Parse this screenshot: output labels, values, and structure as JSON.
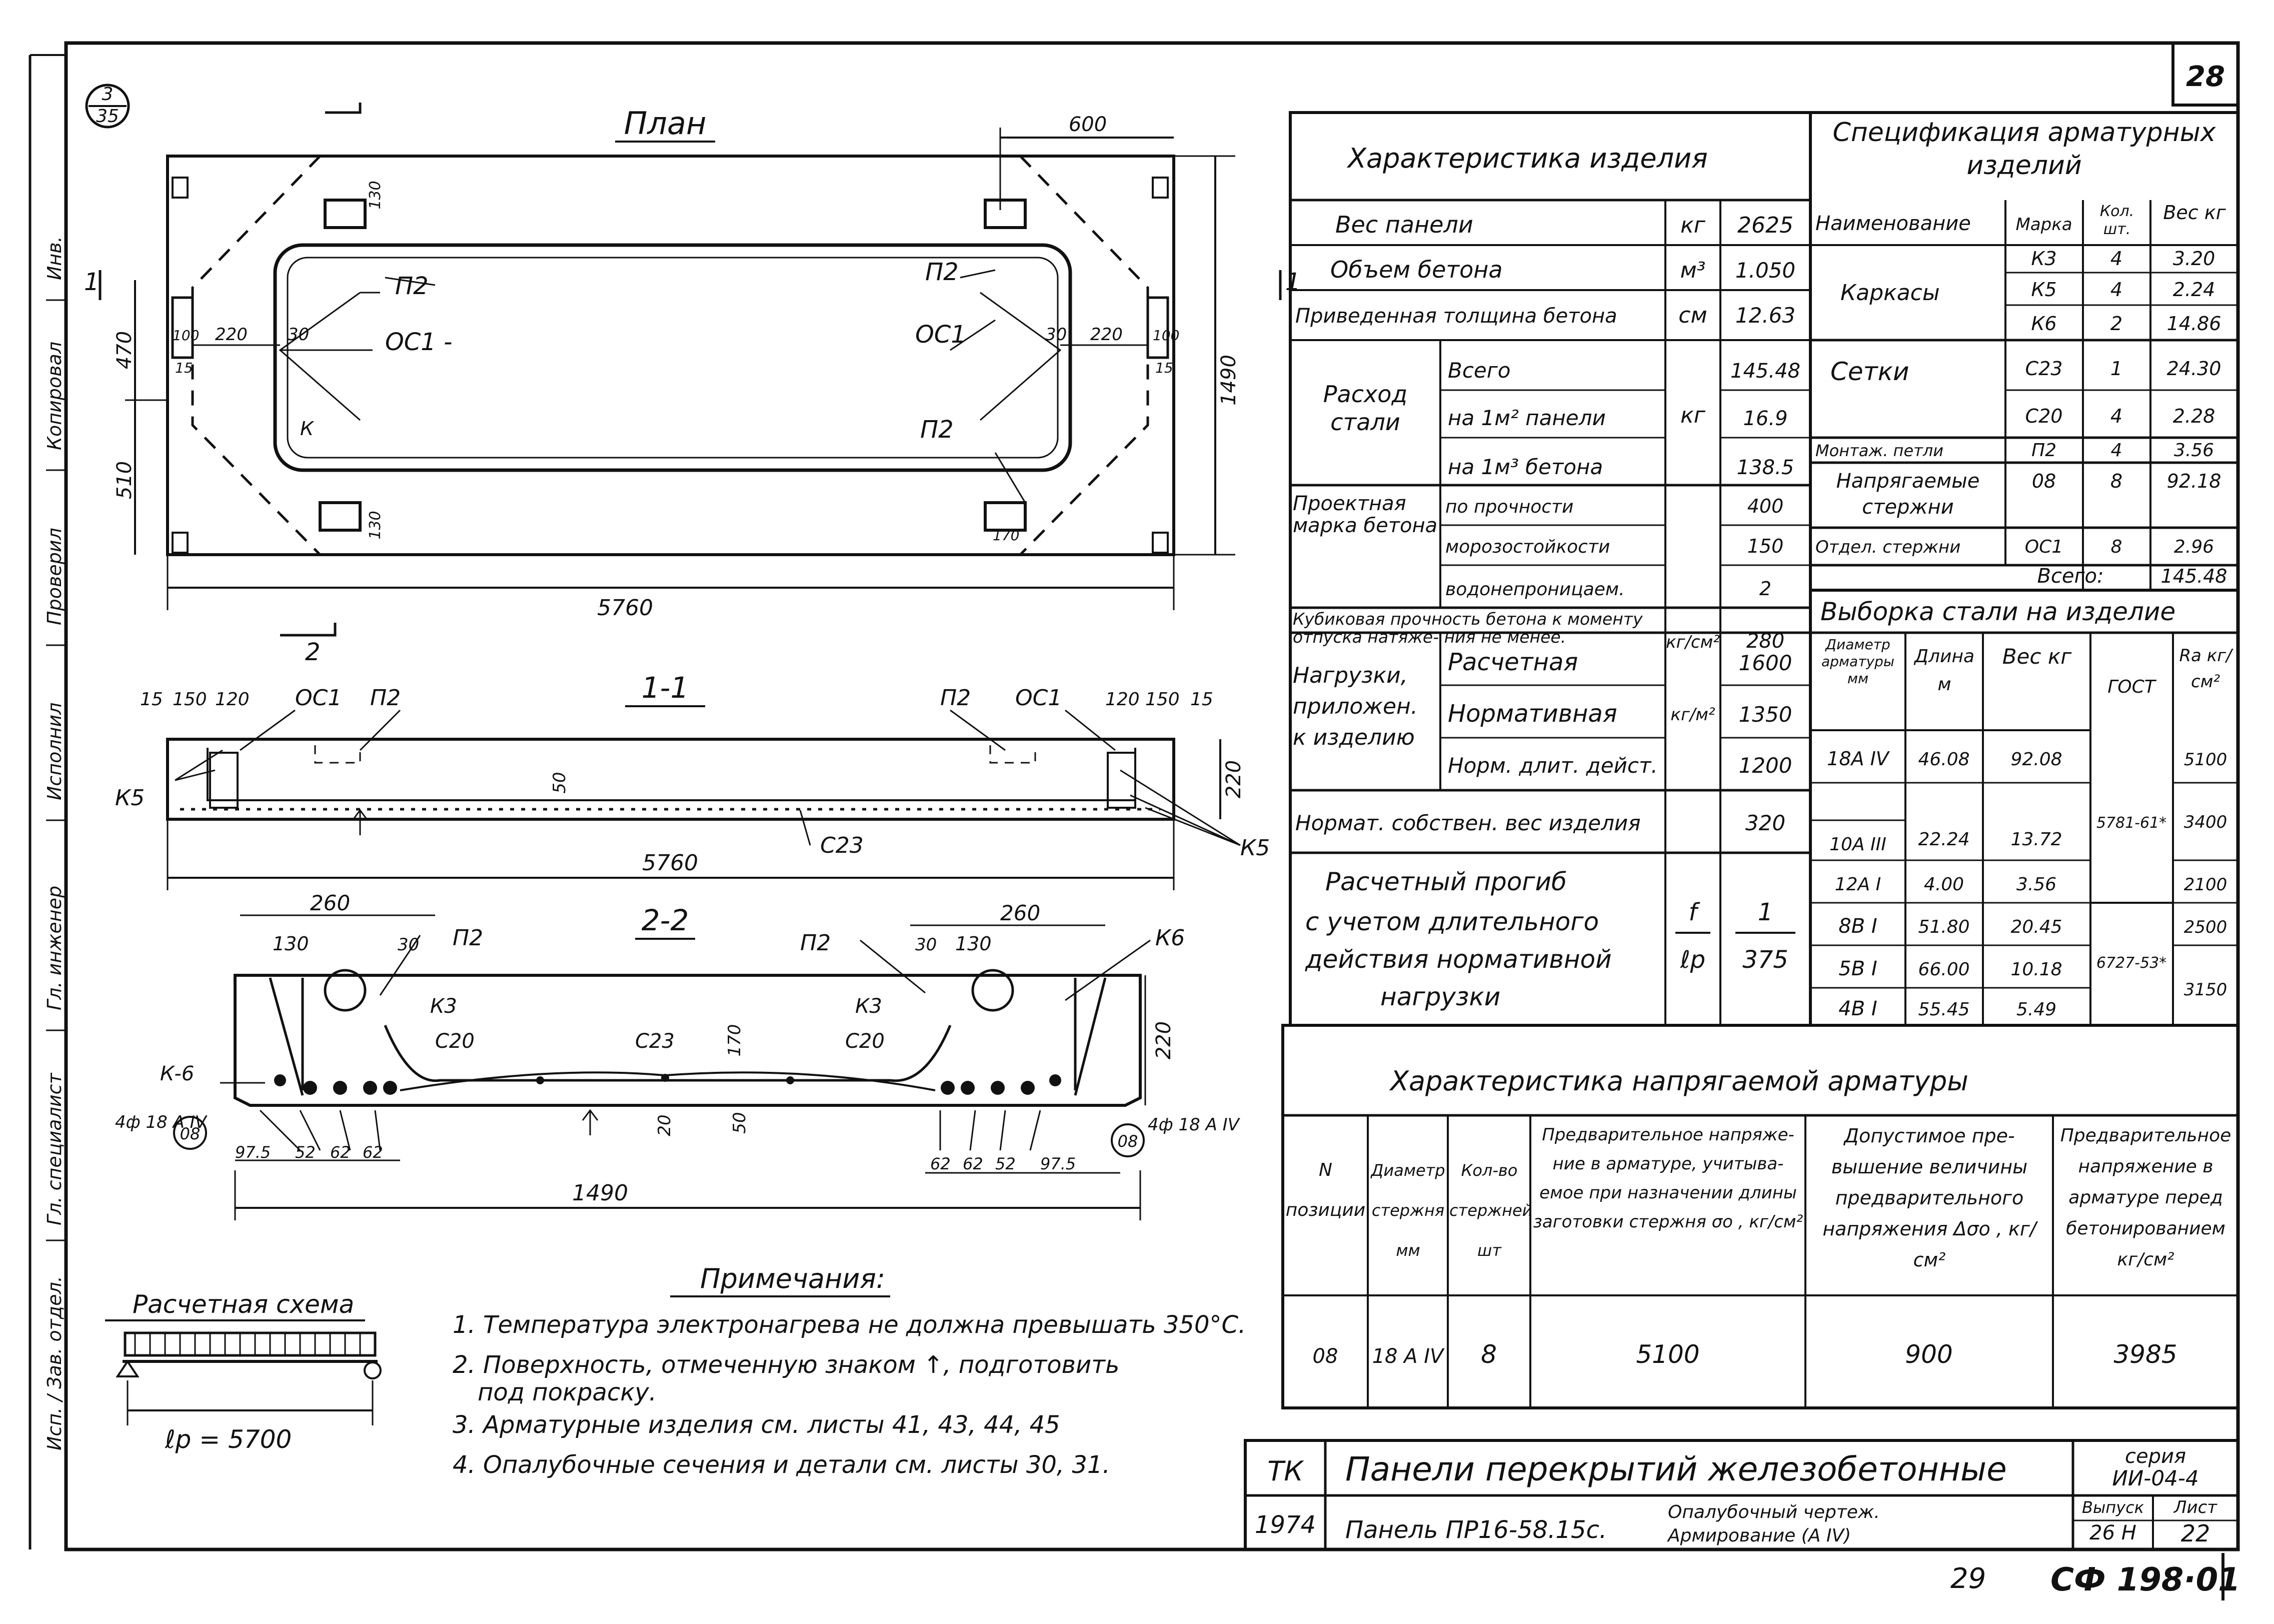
{
  "sheet_number": "28",
  "page_number": "29",
  "archive_code": "СФ 198·01",
  "callout": {
    "top": "3",
    "bottom": "35"
  },
  "plan": {
    "title": "План",
    "dims": {
      "length": "5760",
      "width": "1490",
      "corner": "600",
      "d470": "470",
      "d510": "510",
      "d130": "130",
      "d220": "220",
      "d100": "100",
      "d15": "15",
      "d30": "30",
      "d170": "170"
    },
    "labels": {
      "p2": "П2",
      "os1": "ОС1",
      "os1_dash": "ОС1 -",
      "k": "К",
      "section": "2",
      "cut": "1"
    }
  },
  "section11": {
    "title": "1-1",
    "dims": {
      "length": "5760",
      "height": "220",
      "d15": "15",
      "d150": "150",
      "d120": "120",
      "d50": "50"
    },
    "labels": {
      "os1": "ОС1",
      "p2": "П2",
      "k5": "К5",
      "c23": "С23"
    }
  },
  "section22": {
    "title": "2-2",
    "dims": {
      "width": "1490",
      "d260": "260",
      "d130": "130",
      "d30": "30",
      "d170": "170",
      "d220": "220",
      "d20": "20",
      "d50": "50",
      "d975": "97.5",
      "d52": "52",
      "d62": "62"
    },
    "labels": {
      "p2": "П2",
      "k3": "К3",
      "c20": "С20",
      "c23": "С23",
      "k6": "К6",
      "k6_dash": "К-6",
      "bars": "4ф 18 А IV",
      "pos": "08"
    }
  },
  "scheme": {
    "title": "Расчетная схема",
    "span": "ℓр = 5700"
  },
  "notes": {
    "title": "Примечания:",
    "items": [
      "1. Температура электронагрева не должна превышать 350°С.",
      "2. Поверхность, отмеченную знаком ↑, подготовить",
      "под покраску.",
      "3. Арматурные изделия   см. листы 41, 43, 44, 45",
      "4. Опалубочные сечения   и детали см. листы   30, 31."
    ]
  },
  "side_stamp": [
    "Исп. / Зав. отдел.",
    "Гл. специалист",
    "Гл. инженер",
    "Исполнил",
    "Проверил",
    "Копировал",
    "Инв."
  ],
  "characteristics": {
    "title": "Характеристика   изделия",
    "weight": {
      "label": "Вес      панели",
      "unit": "кг",
      "value": "2625"
    },
    "volume": {
      "label": "Объем     бетона",
      "unit": "м³",
      "value": "1.050"
    },
    "thickness": {
      "label": "Приведенная толщина бетона",
      "unit": "см",
      "value": "12.63"
    },
    "steel": {
      "label": "Расход стали",
      "unit": "кг",
      "rows": [
        {
          "label": "Всего",
          "value": "145.48"
        },
        {
          "label": "на 1м² панели",
          "value": "16.9"
        },
        {
          "label": "на 1м³ бетона",
          "value": "138.5"
        }
      ]
    },
    "grade": {
      "label": "Проектная марка бетона",
      "rows": [
        {
          "label": "по прочности",
          "value": "400"
        },
        {
          "label": "морозостойкости",
          "value": "150"
        },
        {
          "label": "водонепроницаем.",
          "value": "2"
        }
      ]
    },
    "cube": {
      "label": "Кубиковая прочность бетона к моменту отпуска натяже- ния не менее.",
      "unit": "кг/см²",
      "value": "280"
    },
    "loads": {
      "label": "Нагрузки, приложен. к изделию",
      "unit": "кг/м²",
      "rows": [
        {
          "label": "Расчетная",
          "value": "1600"
        },
        {
          "label": "Нормативная",
          "value": "1350"
        },
        {
          "label": "Норм. длит. дейст.",
          "value": "1200"
        }
      ]
    },
    "own_weight": {
      "label": "Нормат. собствен. вес изделия",
      "value": "320"
    },
    "deflection": {
      "label": [
        "Расчетный прогиб",
        "с учетом длительного",
        "действия нормативной",
        "нагрузки"
      ],
      "unit_top": "f",
      "unit_bottom": "ℓр",
      "value_top": "1",
      "value_bottom": "375"
    }
  },
  "specification": {
    "title": "Спецификация арматурных изделий",
    "headers": [
      "Наименование",
      "Марка",
      "Кол. шт.",
      "Вес кг"
    ],
    "groups": [
      {
        "name": "Каркасы",
        "rows": [
          [
            "К3",
            "4",
            "3.20"
          ],
          [
            "К5",
            "4",
            "2.24"
          ],
          [
            "К6",
            "2",
            "14.86"
          ]
        ]
      },
      {
        "name": "Сетки",
        "rows": [
          [
            "С23",
            "1",
            "24.30"
          ],
          [
            "С20",
            "4",
            "2.28"
          ]
        ]
      },
      {
        "name": "Монтаж. петли",
        "rows": [
          [
            "П2",
            "4",
            "3.56"
          ]
        ]
      },
      {
        "name": "Напрягаемые стержни",
        "rows": [
          [
            "08",
            "8",
            "92.18"
          ]
        ]
      },
      {
        "name": "Отдел. стержни",
        "rows": [
          [
            "ОС1",
            "8",
            "2.96"
          ]
        ]
      }
    ],
    "total_label": "Всего:",
    "total_value": "145.48"
  },
  "sample": {
    "title": "Выборка   стали   на   изделие",
    "headers": [
      "Диаметр арматуры мм",
      "Длина м",
      "Вес кг",
      "ГОСТ",
      "Ra кг/см²"
    ],
    "rows": [
      [
        "18А IV",
        "46.08",
        "92.08"
      ],
      [
        "10А III",
        "22.24",
        "13.72"
      ],
      [
        "12А I",
        "4.00",
        "3.56"
      ],
      [
        "8В I",
        "51.80",
        "20.45"
      ],
      [
        "5В I",
        "66.00",
        "10.18"
      ],
      [
        "4В I",
        "55.45",
        "5.49"
      ]
    ],
    "gost": [
      "5781-61*",
      "6727-53*"
    ],
    "ra": [
      "5100",
      "3400",
      "2100",
      "2500",
      "3150"
    ]
  },
  "tension": {
    "title": "Характеристика   напрягаемой   арматуры",
    "headers": [
      "N позиции",
      "Диаметр стержня мм",
      "Кол-во стержней шт",
      "Предварительное напряже- ние в арматуре, учитыва- емое при назначении длины заготовки стержня σо , кг/см²",
      "Допустимое пре- вышение величины предварительного напряжения Δσо , кг/см²",
      "Предварительное напряжение в арматуре перед бетонированием кг/см²"
    ],
    "row": [
      "08",
      "18 А IV",
      "8",
      "5100",
      "900",
      "3985"
    ]
  },
  "title_block": {
    "org": "ТК",
    "year": "1974",
    "title": "Панели   перекрытий   железобетонные",
    "product": "Панель ПР16-58.15с.",
    "description": [
      "Опалубочный чертеж.",
      "Армирование (А IV)"
    ],
    "series_label": "серия",
    "series_value": "ИИ-04-4",
    "issue_label": "Выпуск",
    "issue_value": "26 Н",
    "sheet_label": "Лист",
    "sheet_value": "22"
  }
}
